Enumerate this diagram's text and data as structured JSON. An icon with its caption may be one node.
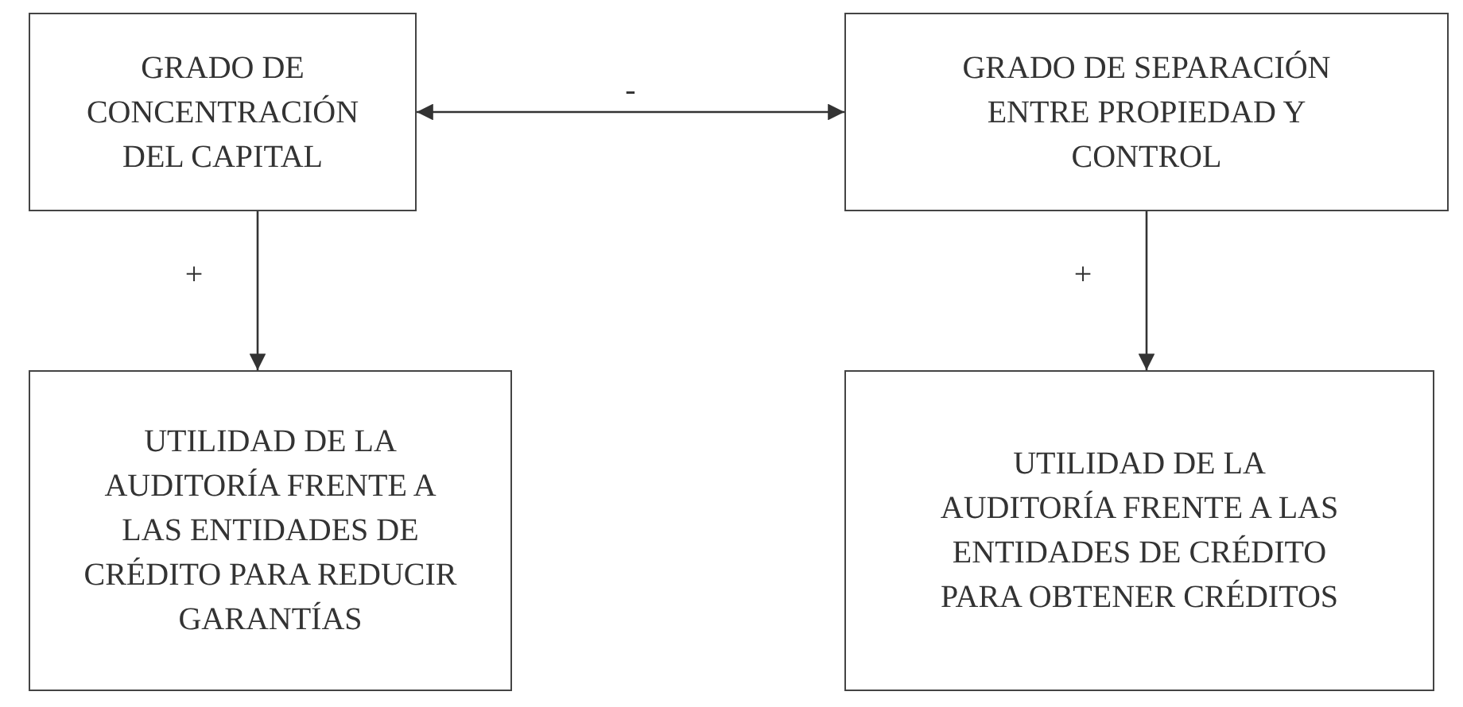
{
  "diagram": {
    "nodes": [
      {
        "text": [
          "GRADO DE CONCENTRACIÓN DEL CAPITAL"
        ]
      },
      {
        "text": [
          "GRADO DE SEPARACIÓN ENTRE PROPIEDAD Y CONTROL"
        ]
      },
      {
        "text": [
          "UTILIDAD DE LA AUDITORÍA FRENTE A LAS ENTIDADES DE CRÉDITO PARA REDUCIR GARANTÍAS"
        ]
      },
      {
        "text": [
          "UTILIDAD DE LA AUDITORÍA FRENTE A LAS ENTIDADES DE CRÉDITO PARA OBTENER CRÉDITOS"
        ]
      }
    ],
    "edges": [
      {
        "from": 0,
        "to": 1,
        "arrow": "both",
        "label": "-"
      },
      {
        "from": 0,
        "to": 2,
        "arrow": "to",
        "label": "+"
      },
      {
        "from": 1,
        "to": 3,
        "arrow": "to",
        "label": "+"
      }
    ]
  }
}
